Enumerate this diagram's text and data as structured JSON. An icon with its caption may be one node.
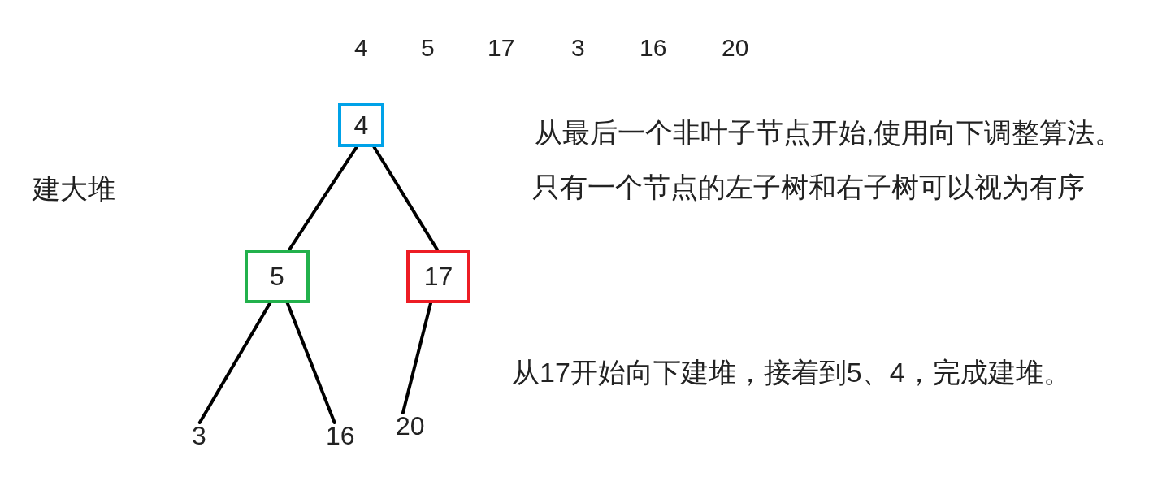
{
  "diagram": {
    "nodes": [
      {
        "text": [
          "4"
        ]
      },
      {
        "text": [
          "5"
        ]
      },
      {
        "text": [
          "17"
        ]
      },
      {
        "text": [
          "3"
        ]
      },
      {
        "text": [
          "16"
        ]
      },
      {
        "text": [
          "20"
        ]
      }
    ],
    "edges": [
      {
        "from": 0,
        "to": 1,
        "arrow": "none"
      },
      {
        "from": 0,
        "to": 2,
        "arrow": "none"
      },
      {
        "from": 1,
        "to": 3,
        "arrow": "none"
      },
      {
        "from": 1,
        "to": 4,
        "arrow": "none"
      },
      {
        "from": 2,
        "to": 5,
        "arrow": "none"
      }
    ],
    "labels": [
      "4",
      "5",
      "17",
      "3",
      "16",
      "20",
      "从最后一个非叶子节点开始,使用向下调整算法。",
      "建大堆",
      "只有一个节点的左子树和右子树可以视为有序",
      "从17开始向下建堆，接着到5、4，完成建堆。"
    ]
  }
}
